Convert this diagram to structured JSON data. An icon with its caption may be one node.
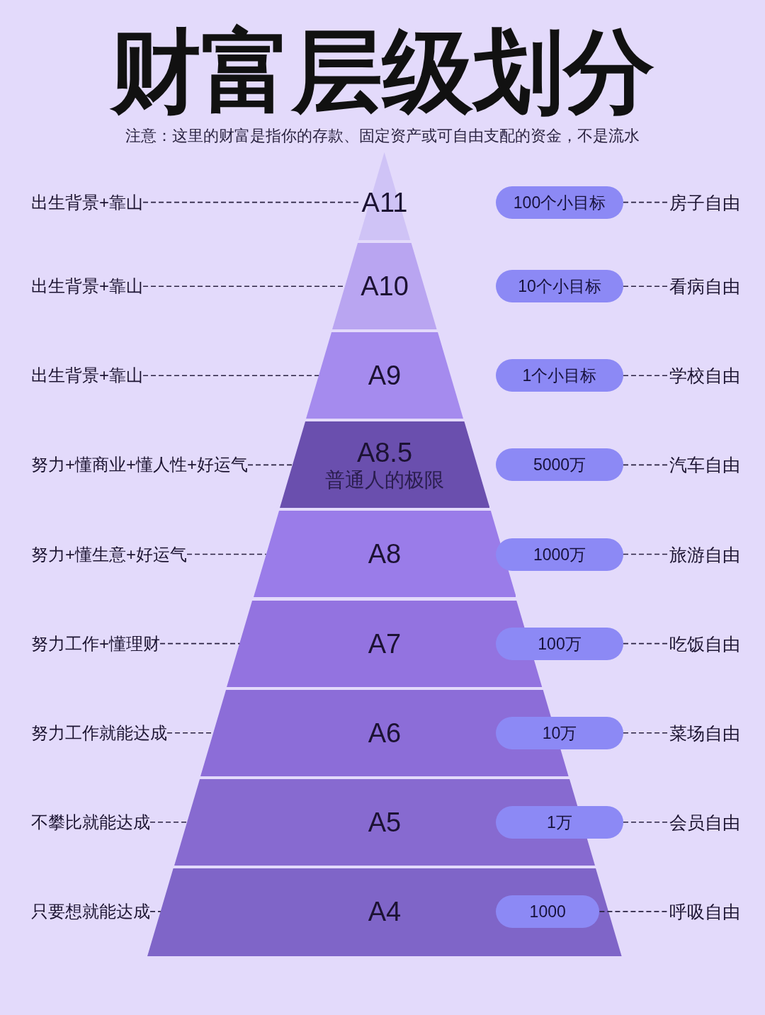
{
  "diagram": {
    "title": "财富层级划分",
    "nodes": [
      {
        "text": [
          "出生背景+靠山"
        ]
      },
      {
        "text": [
          "A11"
        ]
      },
      {
        "text": [
          "100个小目标"
        ]
      },
      {
        "text": [
          "房子自由"
        ]
      },
      {
        "text": [
          "出生背景+靠山"
        ]
      },
      {
        "text": [
          "A10"
        ]
      },
      {
        "text": [
          "10个小目标"
        ]
      },
      {
        "text": [
          "看病自由"
        ]
      },
      {
        "text": [
          "出生背景+靠山"
        ]
      },
      {
        "text": [
          "A9"
        ]
      },
      {
        "text": [
          "1个小目标"
        ]
      },
      {
        "text": [
          "学校自由"
        ]
      },
      {
        "text": [
          "努力+懂商业+懂人性+好运气"
        ]
      },
      {
        "text": [
          "A8.5",
          "普通人的极限"
        ]
      },
      {
        "text": [
          "5000万"
        ]
      },
      {
        "text": [
          "汽车自由"
        ]
      },
      {
        "text": [
          "努力+懂生意+好运气"
        ]
      },
      {
        "text": [
          "A8"
        ]
      },
      {
        "text": [
          "1000万"
        ]
      },
      {
        "text": [
          "旅游自由"
        ]
      },
      {
        "text": [
          "努力工作+懂理财"
        ]
      },
      {
        "text": [
          "A7"
        ]
      },
      {
        "text": [
          "100万"
        ]
      },
      {
        "text": [
          "吃饭自由"
        ]
      },
      {
        "text": [
          "努力工作就能达成"
        ]
      },
      {
        "text": [
          "A6"
        ]
      },
      {
        "text": [
          "10万"
        ]
      },
      {
        "text": [
          "菜场自由"
        ]
      },
      {
        "text": [
          "不攀比就能达成"
        ]
      },
      {
        "text": [
          "A5"
        ]
      },
      {
        "text": [
          "1万"
        ]
      },
      {
        "text": [
          "会员自由"
        ]
      },
      {
        "text": [
          "只要想就能达成"
        ]
      },
      {
        "text": [
          "A4"
        ]
      },
      {
        "text": [
          "1000"
        ],
        "in": 33
      },
      {
        "text": [
          "呼吸自由"
        ]
      }
    ],
    "edges": [
      {
        "from": 0,
        "to": 1,
        "arrow": "none",
        "style": "dashed"
      },
      {
        "from": 2,
        "to": 3,
        "arrow": "none",
        "style": "dashed"
      },
      {
        "from": 4,
        "to": 5,
        "arrow": "none",
        "style": "dashed"
      },
      {
        "from": 6,
        "to": 7,
        "arrow": "none",
        "style": "dashed"
      },
      {
        "from": 8,
        "to": 9,
        "arrow": "none",
        "style": "dashed"
      },
      {
        "from": 10,
        "to": 11,
        "arrow": "none",
        "style": "dashed"
      },
      {
        "from": 12,
        "to": 13,
        "arrow": "none",
        "style": "dashed"
      },
      {
        "from": 14,
        "to": 15,
        "arrow": "none",
        "style": "dashed"
      },
      {
        "from": 16,
        "to": 17,
        "arrow": "none",
        "style": "dashed"
      },
      {
        "from": 18,
        "to": 19,
        "arrow": "none",
        "style": "dashed"
      },
      {
        "from": 20,
        "to": 21,
        "arrow": "none",
        "style": "dashed"
      },
      {
        "from": 22,
        "to": 23,
        "arrow": "none",
        "style": "dashed"
      },
      {
        "from": 24,
        "to": 25,
        "arrow": "none",
        "style": "dashed"
      },
      {
        "from": 26,
        "to": 27,
        "arrow": "none",
        "style": "dashed"
      },
      {
        "from": 28,
        "to": 29,
        "arrow": "none",
        "style": "dashed"
      },
      {
        "from": 30,
        "to": 31,
        "arrow": "none",
        "style": "dashed"
      },
      {
        "from": 32,
        "to": 33,
        "arrow": "none",
        "style": "dashed"
      },
      {
        "from": 34,
        "to": 35,
        "arrow": "none",
        "style": "dashed"
      }
    ],
    "labels": [
      "注意：这里的财富是指你的存款、固定资产或可自由支配的资金，不是流水"
    ]
  }
}
